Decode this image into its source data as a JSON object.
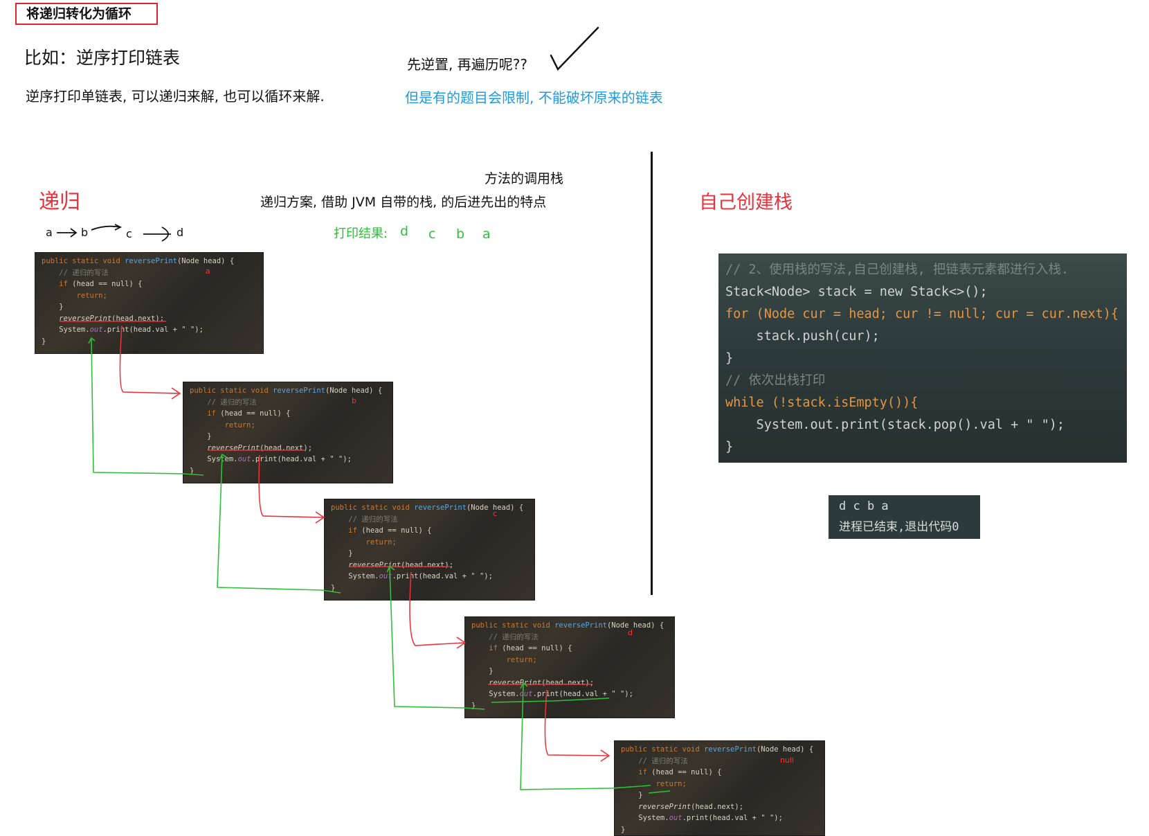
{
  "header": {
    "title": "将递归转化为循环",
    "example": "比如：逆序打印链表",
    "desc": "逆序打印单链表, 可以递归来解, 也可以循环来解.",
    "idea": "先逆置, 再遍历呢??",
    "constraint": "但是有的题目会限制, 不能破坏原来的链表"
  },
  "recursion": {
    "label": "递归",
    "call_stack_label": "方法的调用栈",
    "plan": "递归方案, 借助 JVM 自带的栈, 的后进先出的特点",
    "list_nodes": [
      "a",
      "b",
      "c",
      "d"
    ],
    "result_label": "打印结果:",
    "result_values": [
      "d",
      "c",
      "b",
      "a"
    ],
    "frames": [
      {
        "node": "a"
      },
      {
        "node": "b"
      },
      {
        "node": "c"
      },
      {
        "node": "d"
      },
      {
        "node": "null"
      }
    ],
    "code": {
      "signature_kw": "public static void ",
      "signature_fn": "reversePrint",
      "signature_params": "(Node head) {",
      "comment": "// 递归的写法",
      "if_kw": "if",
      "if_cond": " (head == null) {",
      "return_kw": "return;",
      "close1": "}",
      "call_fn": "reversePrint",
      "call_args": "(head.next);",
      "print_a": "System.",
      "print_out": "out",
      "print_b": ".print(head.val + \" \");",
      "print_c": ".print(head.val + \" \");",
      "close2": "}"
    }
  },
  "stack_solution": {
    "label": "自己创建栈",
    "lines": [
      "// 2、使用栈的写法,自己创建栈, 把链表元素都进行入栈.",
      "Stack<Node> stack = new Stack<>();",
      "for (Node cur = head; cur != null; cur = cur.next){",
      "    stack.push(cur);",
      "}",
      "// 依次出栈打印",
      "while (!stack.isEmpty()){",
      "    System.out.print(stack.pop().val + \" \");",
      "}"
    ],
    "console_output": "d c b a",
    "console_exit": "进程已结束,退出代码0"
  },
  "colors": {
    "red_box": "#e0242a",
    "blue_text": "#1e9be0",
    "red_arrow": "#e8323a",
    "green_arrow": "#2fbf3a"
  }
}
